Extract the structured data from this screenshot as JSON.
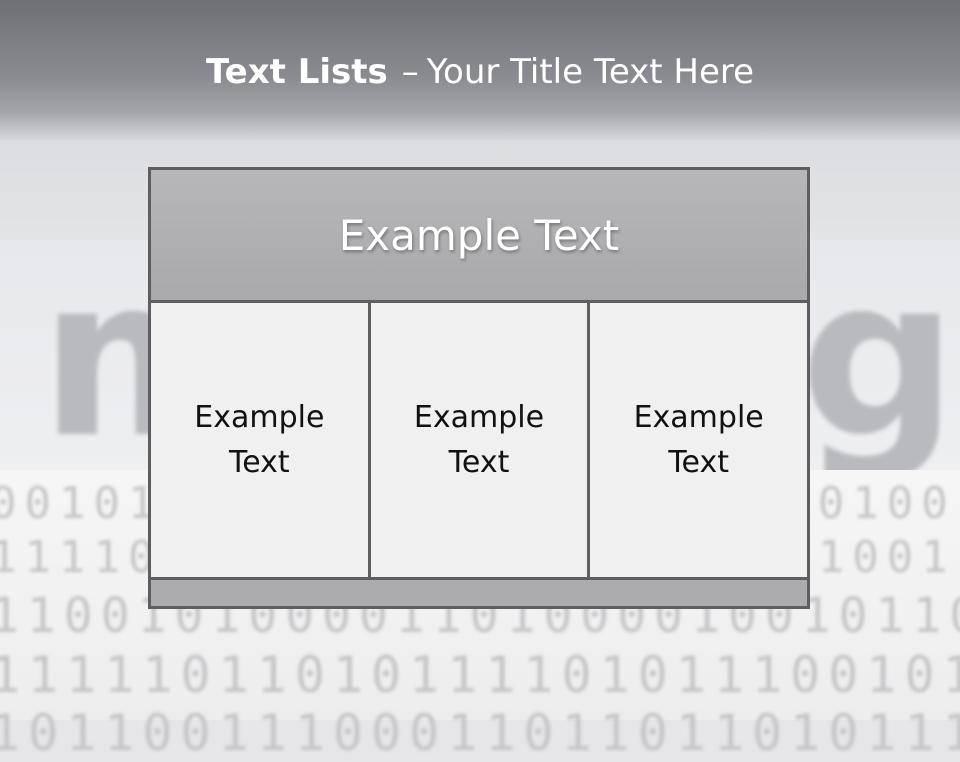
{
  "slide": {
    "title_bold": "Text Lists",
    "title_dash": "–",
    "title_rest": "Your Title Text Here"
  },
  "table": {
    "header": "Example Text",
    "cells": [
      "Example Text",
      "Example Text",
      "Example Text"
    ]
  },
  "background": {
    "word_left": "m",
    "word_right": "g",
    "binary_rows": [
      "0010100110101101011001010100",
      "1111011100101011011000111001",
      "1100101000011010000100101101",
      "1111101101011110101110010101",
      "1011001110001101101101011100"
    ]
  }
}
